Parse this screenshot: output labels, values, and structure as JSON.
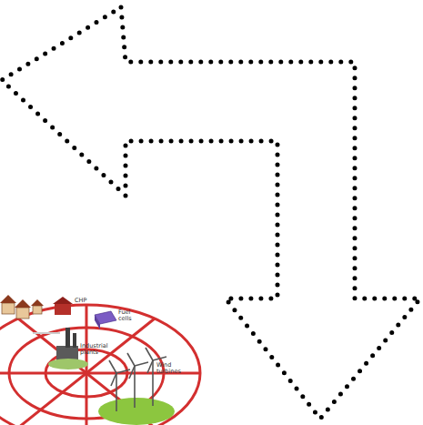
{
  "diagram": {
    "labels": [
      "CHP",
      "Fuel cells",
      "Industrial plants",
      "Wind turbines"
    ]
  }
}
